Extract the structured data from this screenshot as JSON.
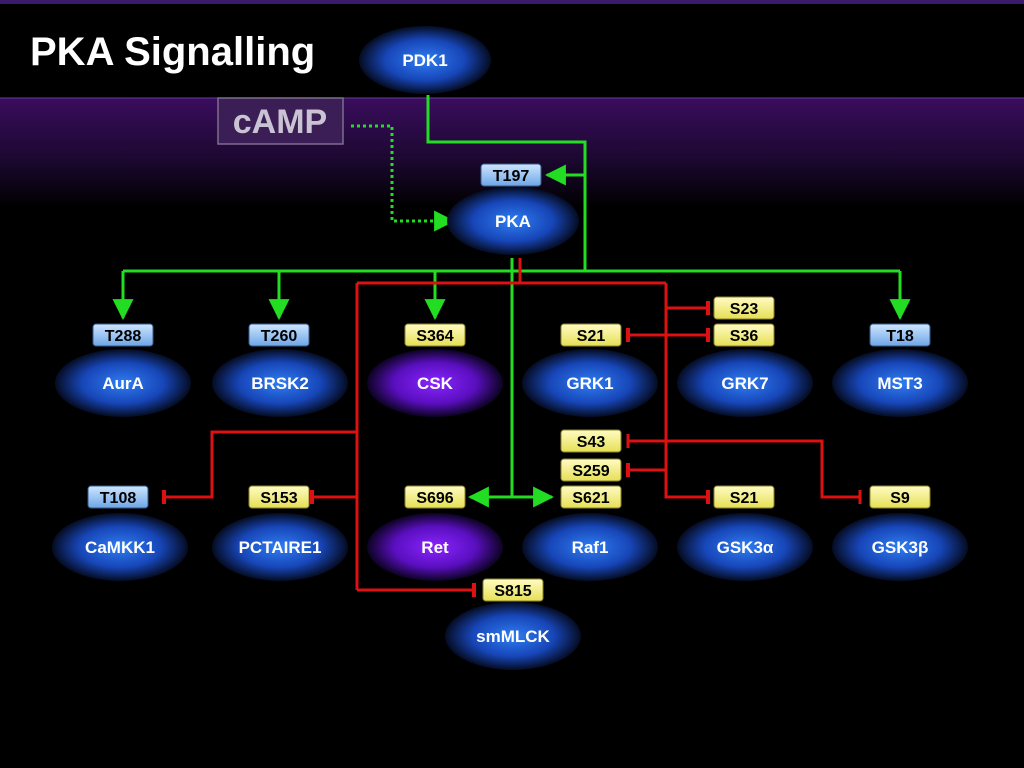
{
  "title": "PKA Signalling",
  "camp_label": "cAMP",
  "colors": {
    "activation": "#22dd22",
    "inhibition": "#dd1111",
    "protein_blue": "#1e5bd6",
    "protein_purple": "#6a10d0",
    "site_blue": "#8fc2f4",
    "site_yellow": "#f3ef7e"
  },
  "nodes": {
    "pdk1": "PDK1",
    "pka": "PKA",
    "aura": "AurA",
    "brsk2": "BRSK2",
    "csk": "CSK",
    "grk1": "GRK1",
    "grk7": "GRK7",
    "mst3": "MST3",
    "camkk1": "CaMKK1",
    "pctaire1": "PCTAIRE1",
    "ret": "Ret",
    "raf1": "Raf1",
    "gsk3a": "GSK3α",
    "gsk3b": "GSK3β",
    "smmlck": "smMLCK"
  },
  "sites": {
    "t197": "T197",
    "t288": "T288",
    "t260": "T260",
    "s364": "S364",
    "s21_grk1": "S21",
    "s23": "S23",
    "s36": "S36",
    "t18": "T18",
    "s43": "S43",
    "s259": "S259",
    "t108": "T108",
    "s153": "S153",
    "s696": "S696",
    "s621": "S621",
    "s21_gsk3a": "S21",
    "s9": "S9",
    "s815": "S815"
  }
}
